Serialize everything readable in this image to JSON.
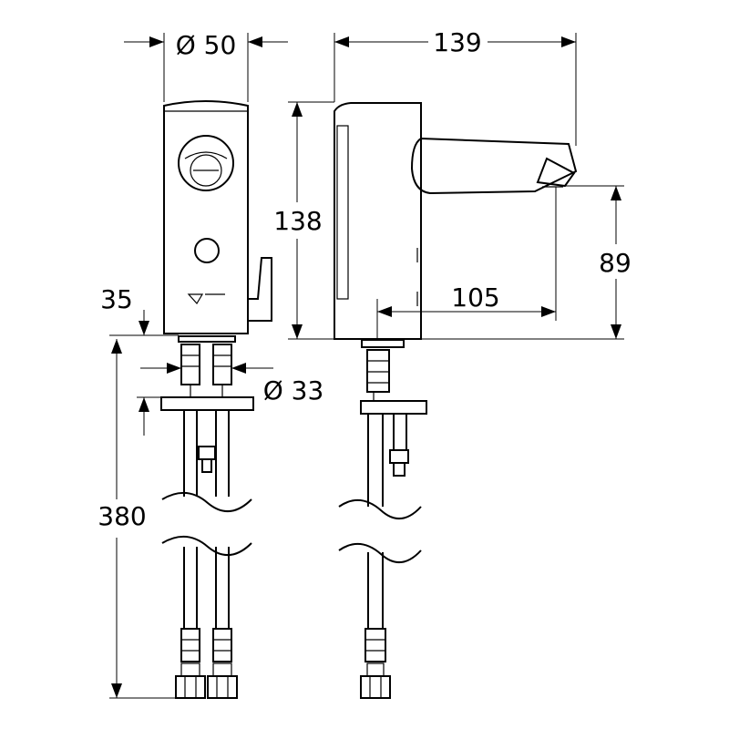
{
  "dimensions": {
    "front_diameter": "Ø 50",
    "overall_depth": "139",
    "height": "138",
    "spout_height": "89",
    "spout_reach": "105",
    "base_offset": "35",
    "thread_diameter": "Ø 33",
    "hose_length": "380"
  }
}
